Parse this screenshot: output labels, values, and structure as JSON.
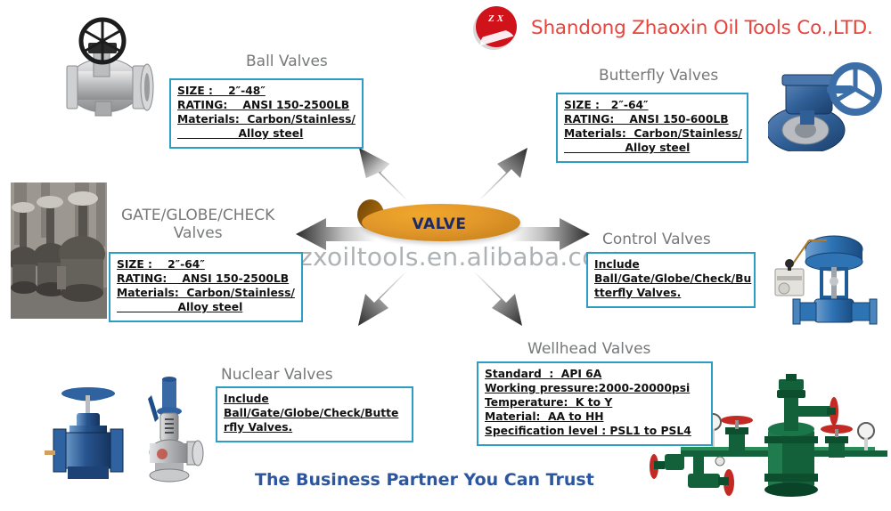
{
  "header": {
    "company_name": "Shandong Zhaoxin Oil Tools Co.,LTD.",
    "logo_text": "ZX",
    "logo_color": "#d0121a",
    "company_color": "#e8443c"
  },
  "center": {
    "label": "VALVE",
    "hub_color": "#e2972a",
    "label_color": "#1b2a66"
  },
  "watermark": {
    "text": "zxoiltools.en.alibaba.com"
  },
  "tagline": {
    "text": "The Business Partner You Can Trust",
    "color": "#2c57a0"
  },
  "box_border_color": "#2d9dc4",
  "sections": [
    {
      "id": "ball-valves",
      "title": "Ball Valves",
      "lines": [
        "SIZE :    2″-48″",
        "RATING:    ANSI 150-2500LB",
        "Materials:  Carbon/Stainless/",
        "                Alloy steel"
      ],
      "photo": "ball-valve-photo"
    },
    {
      "id": "butterfly-valves",
      "title": "Butterfly Valves",
      "lines": [
        "SIZE :   2″-64″",
        "RATING:    ANSI 150-600LB",
        "Materials:  Carbon/Stainless/",
        "                Alloy steel"
      ],
      "photo": "butterfly-valve-photo"
    },
    {
      "id": "gate-globe-check-valves",
      "title": "GATE/GLOBE/CHECK\n         Valves",
      "lines": [
        "SIZE :    2″-64″",
        "RATING:    ANSI 150-2500LB",
        "Materials:  Carbon/Stainless/",
        "                Alloy steel"
      ],
      "photo": "gate-valve-photo"
    },
    {
      "id": "control-valves",
      "title": "Control Valves",
      "lines": [
        "Include",
        "Ball/Gate/Globe/Check/Bu",
        "tterfly Valves."
      ],
      "photo": "control-valve-photo"
    },
    {
      "id": "nuclear-valves",
      "title": "Nuclear Valves",
      "lines": [
        "Include",
        "Ball/Gate/Globe/Check/Butte",
        "rfly Valves."
      ],
      "photo": "nuclear-valve-photo"
    },
    {
      "id": "wellhead-valves",
      "title": "Wellhead Valves",
      "lines": [
        "Standard  :  API 6A",
        "Working pressure:2000-20000psi",
        "Temperature:  K to Y",
        "Material:  AA to HH",
        "Specification level : PSL1 to PSL4"
      ],
      "photo": "wellhead-assembly-photo"
    }
  ]
}
